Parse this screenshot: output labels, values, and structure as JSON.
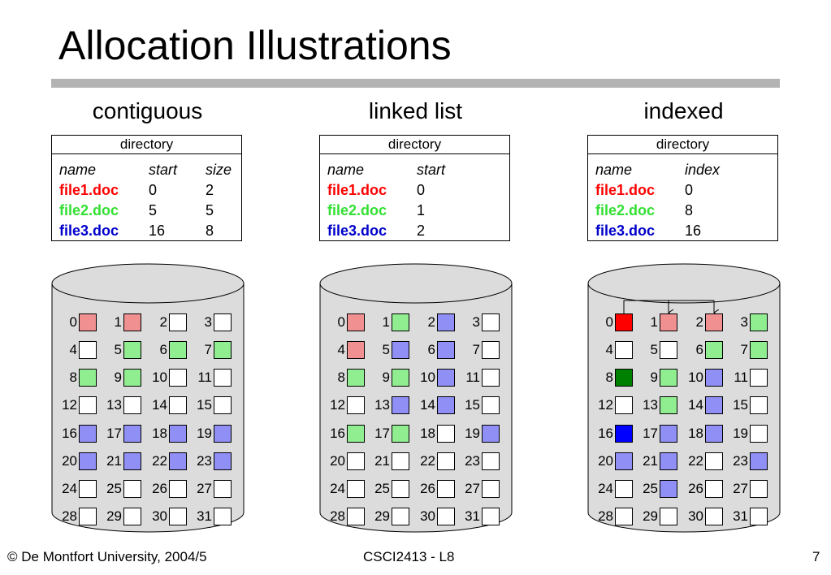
{
  "slide": {
    "title": "Allocation Illustrations",
    "footer_left": "© De Montfort University, 2004/5",
    "footer_center": "CSCI2413 - L8",
    "page_number": "7"
  },
  "colors": {
    "empty": "#ffffff",
    "file1": "#f09090",
    "file2": "#90ee90",
    "file3": "#8f8ff5",
    "file1_index": "#ff0000",
    "file2_index": "#008000",
    "file3_index": "#0000ff",
    "file1_text": "#ff0000",
    "file2_text": "#33e033",
    "file3_text": "#0000cc",
    "disk_fill": "#dcdcdc",
    "rule": "#b3b3b3"
  },
  "panels": [
    {
      "heading": "contiguous",
      "directory_title": "directory",
      "columns": [
        "name",
        "start",
        "size"
      ],
      "rows": [
        {
          "name": "file1.doc",
          "file": "file1",
          "values": [
            "0",
            "2"
          ]
        },
        {
          "name": "file2.doc",
          "file": "file2",
          "values": [
            "5",
            "5"
          ]
        },
        {
          "name": "file3.doc",
          "file": "file3",
          "values": [
            "16",
            "8"
          ]
        }
      ],
      "blocks": [
        "file1",
        "file1",
        "empty",
        "empty",
        "empty",
        "file2",
        "file2",
        "file2",
        "file2",
        "file2",
        "empty",
        "empty",
        "empty",
        "empty",
        "empty",
        "empty",
        "file3",
        "file3",
        "file3",
        "file3",
        "file3",
        "file3",
        "file3",
        "file3",
        "empty",
        "empty",
        "empty",
        "empty",
        "empty",
        "empty",
        "empty",
        "empty"
      ],
      "pointers": []
    },
    {
      "heading": "linked list",
      "directory_title": "directory",
      "columns": [
        "name",
        "start"
      ],
      "rows": [
        {
          "name": "file1.doc",
          "file": "file1",
          "values": [
            "0"
          ]
        },
        {
          "name": "file2.doc",
          "file": "file2",
          "values": [
            "1"
          ]
        },
        {
          "name": "file3.doc",
          "file": "file3",
          "values": [
            "2"
          ]
        }
      ],
      "blocks": [
        "file1",
        "file2",
        "file3",
        "empty",
        "file1",
        "file3",
        "file3",
        "empty",
        "file2",
        "file2",
        "file3",
        "empty",
        "empty",
        "file3",
        "file3",
        "empty",
        "file2",
        "file2",
        "empty",
        "file3",
        "empty",
        "empty",
        "empty",
        "empty",
        "empty",
        "empty",
        "empty",
        "empty",
        "empty",
        "empty",
        "empty",
        "empty"
      ],
      "pointers": []
    },
    {
      "heading": "indexed",
      "directory_title": "directory",
      "columns": [
        "name",
        "index"
      ],
      "rows": [
        {
          "name": "file1.doc",
          "file": "file1",
          "values": [
            "0"
          ]
        },
        {
          "name": "file2.doc",
          "file": "file2",
          "values": [
            "8"
          ]
        },
        {
          "name": "file3.doc",
          "file": "file3",
          "values": [
            "16"
          ]
        }
      ],
      "blocks": [
        "file1_index",
        "file1",
        "file1",
        "file2",
        "empty",
        "empty",
        "file2",
        "file2",
        "file2_index",
        "file2",
        "file3",
        "empty",
        "empty",
        "file2",
        "file3",
        "empty",
        "file3_index",
        "file3",
        "file3",
        "empty",
        "file3",
        "file3",
        "empty",
        "file3",
        "empty",
        "file3",
        "empty",
        "empty",
        "empty",
        "empty",
        "empty",
        "empty"
      ],
      "pointers": [
        {
          "from": 0,
          "to": [
            1,
            2
          ]
        }
      ]
    }
  ]
}
